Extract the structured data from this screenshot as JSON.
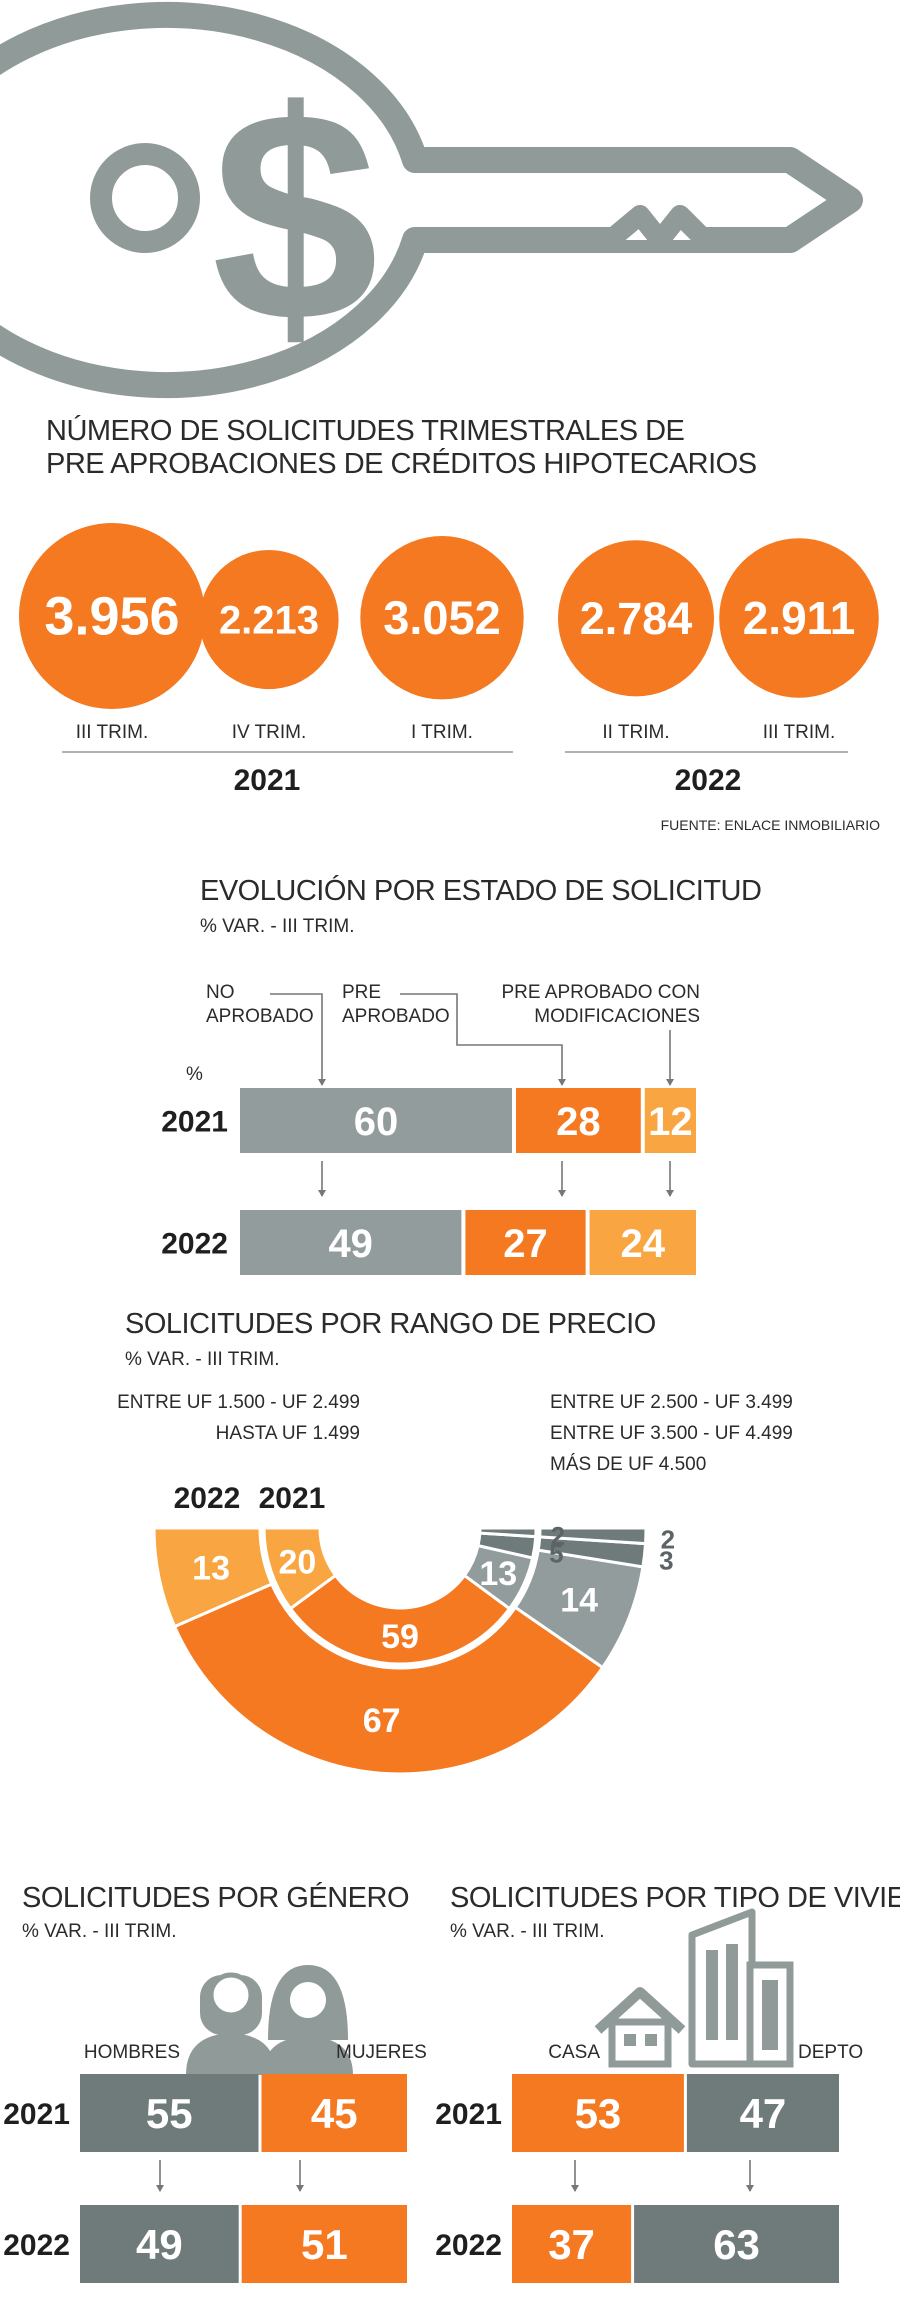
{
  "colors": {
    "orange": "#f47920",
    "light_orange": "#f9a541",
    "gray": "#929c9c",
    "dark_gray": "#6f7a7b",
    "key_gray": "#8f9a99"
  },
  "key": {
    "symbol": "$"
  },
  "solicitudes": {
    "title_line1": "NÚMERO DE SOLICITUDES TRIMESTRALES DE",
    "title_line2": "PRE APROBACIONES DE CRÉDITOS HIPOTECARIOS",
    "source": "FUENTE: ENLACE INMOBILIARIO"
  },
  "estado": {
    "title": "EVOLUCIÓN POR ESTADO DE SOLICITUD",
    "subtitle": "% VAR. -  III TRIM.",
    "percent_label": "%",
    "label_no_line1": "NO",
    "label_no_line2": "APROBADO",
    "label_pre_line1": "PRE",
    "label_pre_line2": "APROBADO",
    "label_mod_line1": "PRE APROBADO CON",
    "label_mod_line2": "MODIFICACIONES"
  },
  "precio": {
    "title": "SOLICITUDES POR RANGO DE PRECIO",
    "subtitle": "% VAR. -  III TRIM."
  },
  "genero": {
    "title": "SOLICITUDES POR GÉNERO",
    "subtitle": "% VAR. -  III TRIM.",
    "label_hombres": "HOMBRES",
    "label_mujeres": "MUJERES"
  },
  "vivienda": {
    "title": "SOLICITUDES POR TIPO DE VIVIENDA",
    "subtitle": "% VAR. -  III TRIM.",
    "label_casa": "CASA",
    "label_depto": "DEPTO"
  },
  "chart_data": [
    {
      "type": "bubble",
      "title": "NÚMERO DE SOLICITUDES TRIMESTRALES DE PRE APROBACIONES DE CRÉDITOS HIPOTECARIOS",
      "groups": [
        {
          "year": "2021",
          "points": [
            {
              "label": "III TRIM.",
              "value": 3956,
              "display": "3.956"
            },
            {
              "label": "IV TRIM.",
              "value": 2213,
              "display": "2.213"
            },
            {
              "label": "I TRIM.",
              "value": 3052,
              "display": "3.052"
            }
          ]
        },
        {
          "year": "2022",
          "points": [
            {
              "label": "II TRIM.",
              "value": 2784,
              "display": "2.784"
            },
            {
              "label": "III TRIM.",
              "value": 2911,
              "display": "2.911"
            }
          ]
        }
      ]
    },
    {
      "type": "bar",
      "stacked": true,
      "orientation": "horizontal",
      "title": "EVOLUCIÓN POR ESTADO DE SOLICITUD",
      "unit": "%",
      "categories": [
        "2021",
        "2022"
      ],
      "series": [
        {
          "name": "NO APROBADO",
          "values": [
            60,
            49
          ]
        },
        {
          "name": "PRE APROBADO",
          "values": [
            28,
            27
          ]
        },
        {
          "name": "PRE APROBADO CON MODIFICACIONES",
          "values": [
            12,
            24
          ]
        }
      ]
    },
    {
      "type": "pie",
      "variant": "nested-semi-donut",
      "title": "SOLICITUDES POR RANGO DE PRECIO",
      "unit": "%",
      "categories": [
        "ENTRE UF 1.500 - UF 2.499",
        "HASTA UF 1.499",
        "ENTRE UF 2.500 - UF 3.499",
        "ENTRE UF 3.500 - UF 4.499",
        "MÁS DE UF 4.500"
      ],
      "series": [
        {
          "name": "2021",
          "values": [
            20,
            59,
            13,
            5,
            2
          ]
        },
        {
          "name": "2022",
          "values": [
            13,
            67,
            14,
            3,
            2
          ]
        }
      ]
    },
    {
      "type": "bar",
      "stacked": true,
      "orientation": "horizontal",
      "title": "SOLICITUDES POR GÉNERO",
      "unit": "%",
      "categories": [
        "2021",
        "2022"
      ],
      "series": [
        {
          "name": "HOMBRES",
          "values": [
            55,
            49
          ]
        },
        {
          "name": "MUJERES",
          "values": [
            45,
            51
          ]
        }
      ]
    },
    {
      "type": "bar",
      "stacked": true,
      "orientation": "horizontal",
      "title": "SOLICITUDES POR TIPO DE VIVIENDA",
      "unit": "%",
      "categories": [
        "2021",
        "2022"
      ],
      "series": [
        {
          "name": "CASA",
          "values": [
            53,
            37
          ]
        },
        {
          "name": "DEPTO",
          "values": [
            47,
            63
          ]
        }
      ]
    }
  ]
}
